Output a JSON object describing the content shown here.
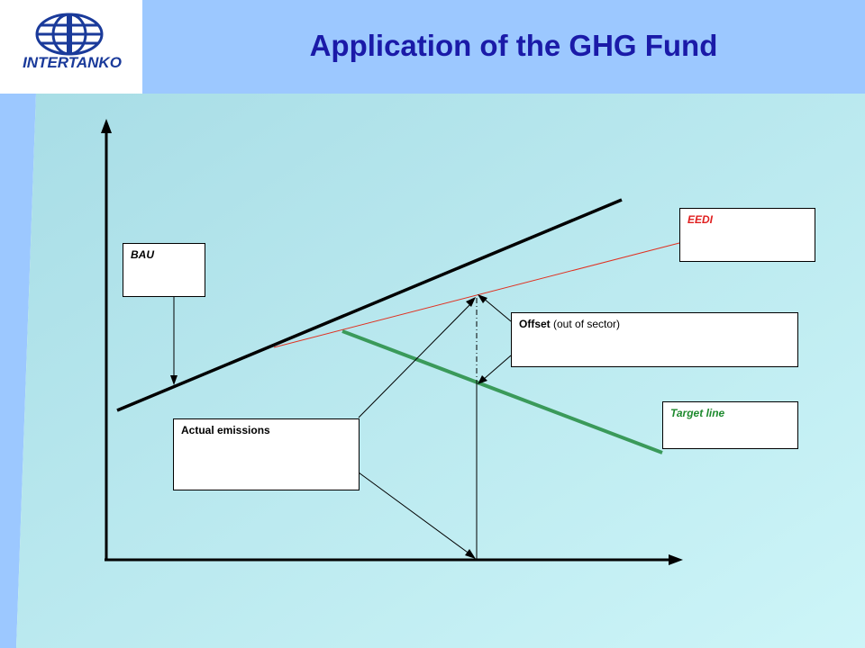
{
  "slide": {
    "title": "Application of the GHG Fund",
    "logo_text": "INTERTANKO"
  },
  "labels": {
    "bau": "BAU",
    "eedi": "EEDI",
    "offset_bold": "Offset",
    "offset_rest": " (out of sector)",
    "target_line": "Target line",
    "actual_emissions": "Actual emissions"
  },
  "colors": {
    "title": "#1a1aa8",
    "eedi_text": "#e02020",
    "eedi_line": "#e03020",
    "target_text": "#1e8a2e",
    "target_line": "#3a9a5a",
    "bau_line": "#000000",
    "header_band": "#9cc8ff",
    "background_gradient_start": "#a8dde6",
    "background_gradient_end": "#cdf5f8"
  }
}
